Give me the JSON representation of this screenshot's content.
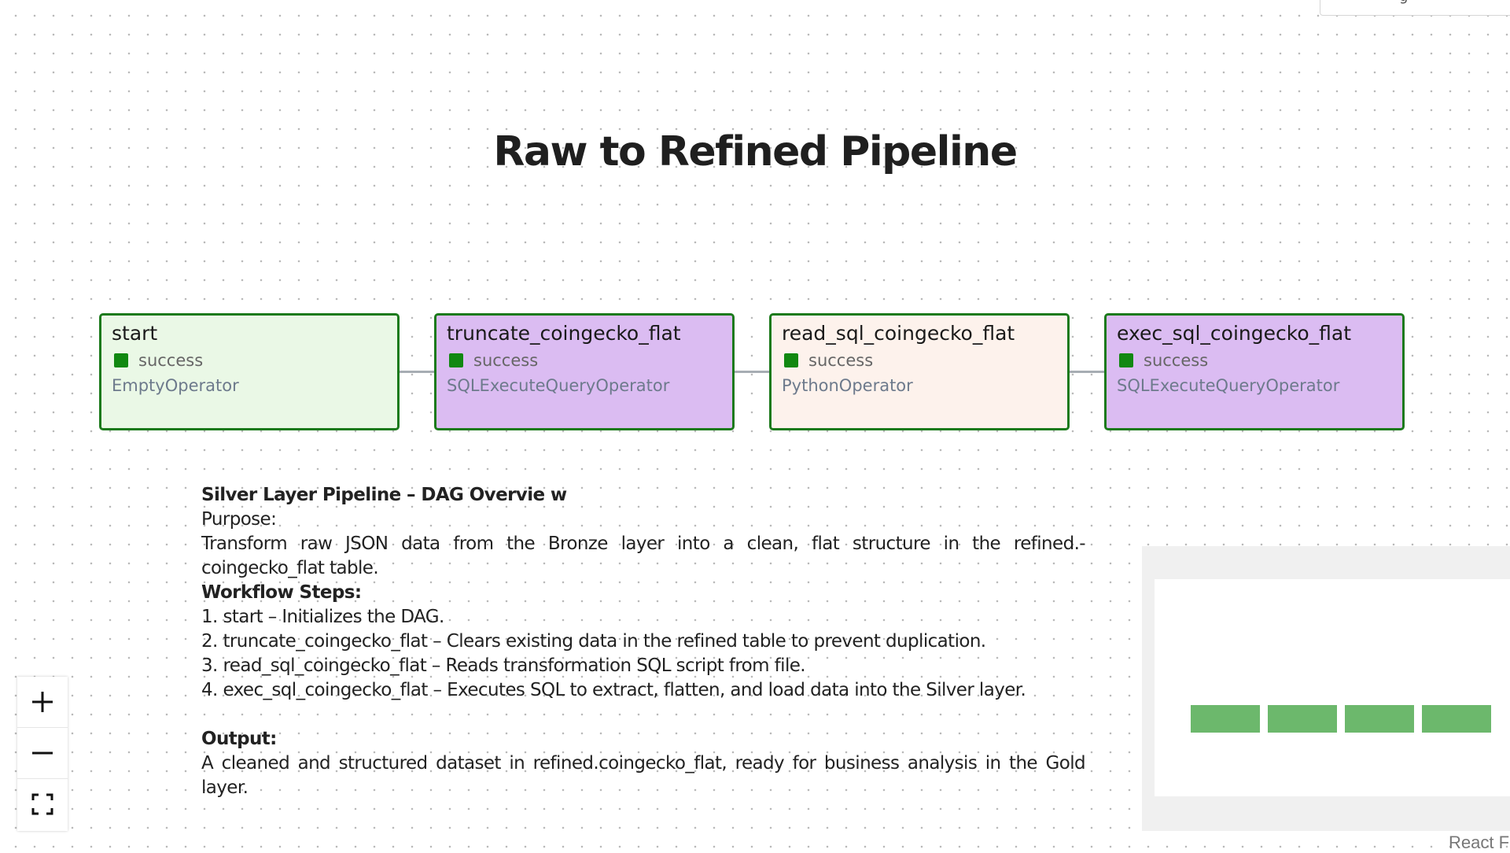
{
  "header": {
    "title": "Raw to Refined Pipeline"
  },
  "dag": {
    "nodes": [
      {
        "name": "start",
        "status": "success",
        "operator": "EmptyOperator",
        "fill": "#eaf8e6"
      },
      {
        "name": "truncate_coingecko_flat",
        "status": "success",
        "operator": "SQLExecuteQueryOperator",
        "fill": "#dbbcf2"
      },
      {
        "name": "read_sql_coingecko_flat",
        "status": "success",
        "operator": "PythonOperator",
        "fill": "#fdf2ec"
      },
      {
        "name": "exec_sql_coingecko_flat",
        "status": "success",
        "operator": "SQLExecuteQueryOperator",
        "fill": "#dbbcf2"
      }
    ],
    "border_color": "#1c7a1c",
    "status_color": "#118811"
  },
  "description": {
    "heading": "Silver Layer Pipeline – DAG Overvie w",
    "purpose_label": "Purpose:",
    "purpose_text": "Transform raw JSON data from the Bronze layer into a clean, flat structure in the refined.- coingecko_flat table.",
    "steps_label": "Workflow Steps:",
    "steps": [
      "1.   start – Initializes the DAG.",
      "2. truncate_coingecko_flat – Clears existing data in the refined table to prevent duplication.",
      "3. read_sql_coingecko_flat – Reads transformation SQL script from file.",
      "4. exec_sql_coingecko_flat – Executes SQL to extract, flatten, and load data into the Silver layer."
    ],
    "output_label": "Output:",
    "output_text": "A cleaned and structured dataset in refined.coingecko_flat, ready for business analysis in the Gold layer."
  },
  "controls": {
    "zoom_in_icon": "plus-icon",
    "zoom_out_icon": "minus-icon",
    "fit_view_icon": "fit-view-icon"
  },
  "footer": {
    "attribution": "React F"
  }
}
